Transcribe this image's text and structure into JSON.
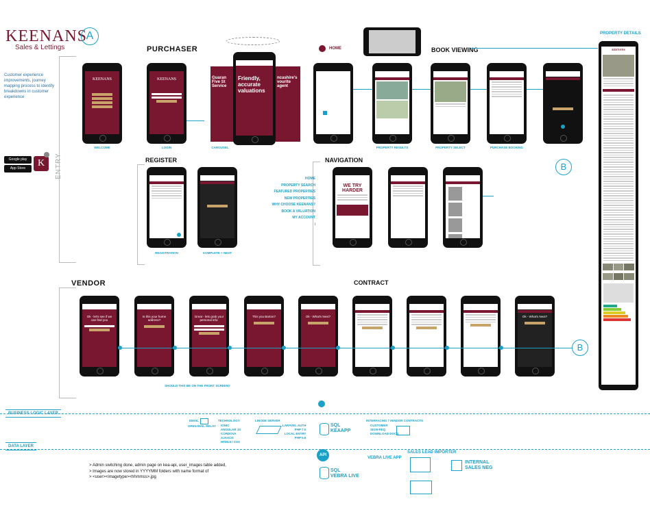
{
  "brand": {
    "name": "KEENANS",
    "sub": "Sales & Lettings",
    "badge": "A"
  },
  "intro": "Customer experience improvements, journey mapping process to identify breakdowns in customer experience",
  "stores": [
    "Google play",
    "App Store"
  ],
  "app_icon": "K",
  "entry_label": "ENTRY",
  "sections": {
    "purchaser": "PURCHASER",
    "register": "REGISTER",
    "navigation": "NAVIGATION",
    "book_viewing": "BOOK VIEWING",
    "vendor": "VENDOR",
    "contract": "CONTRACT",
    "property_details": "PROPERTY DETAILS",
    "home": "HOME"
  },
  "screens": {
    "purchaser_captions": [
      "WELCOME",
      "LOGIN",
      "CAROUSEL",
      "",
      "",
      "PROPERTY RESULTS",
      "PROPERTY SELECT",
      "PURCHASE BOOKING",
      ""
    ],
    "register_captions": [
      "REGISTRATION",
      "COMPLETE + NEXT"
    ],
    "carousel_texts": [
      "Guaran Five St Service",
      "Friendly, accurate valuations",
      "ncashire's vourite agent"
    ],
    "vendor_texts": [
      "Ok - let's see if we can find you",
      "Is this your home address?",
      "Great - lets grab your personal info:",
      "This you Barton?",
      "Ok - What's Next?",
      "",
      "",
      "",
      "Ok - What's Next?"
    ],
    "vendor_caption": "SHOULD THIS BE ON THE FRONT SCREEN?",
    "welcome_buttons": [
      "Let Your Home",
      "Jump the Queue",
      "Find a Property",
      "Sign In"
    ],
    "nav_headline": "WE TRY HARDER"
  },
  "nav_list": [
    "HOME",
    "PROPERTY SEARCH",
    "FEATURED PROPERTIES",
    "NEW PROPERTIES",
    "WHY CHOOSE KEENANS?",
    "BOOK A VALUATION",
    "MY ACCOUNT",
    "i"
  ],
  "connectors": [
    "B",
    "B"
  ],
  "layers": {
    "business": "BUSINESS LOGIC LAYER",
    "data": "DATA LAYER"
  },
  "tech": {
    "email": "EMAIL",
    "email_sub": "OPEN MAIL RELAY",
    "technology": "TECHNOLOGY",
    "technology_items": [
      "IONIC",
      "ANGULAR JS",
      "CORDOVA",
      "AJAX/JS",
      "HTML5 / CSS"
    ],
    "linode": "LINODE SERVER",
    "server_items": [
      "LARAVEL AUTH",
      "PHP 7.0",
      "LOCAL ENTRY",
      "PHP 5.6"
    ],
    "interfacing": "INTERFACING / VENDOR CONTRACTS",
    "interfacing_items": [
      "CUSTOMER",
      "SIGN-REQ",
      "DOWNLOAD DOCS"
    ],
    "sql1": "SQL\nKEAAPP",
    "api": "API",
    "sql2": "SQL\nVEBRA LIVE",
    "vebra": "VEBRA LIVE APP",
    "sales_lead": "SALES LEAD IMPORTER",
    "internal": "INTERNAL\nSALES NEG"
  },
  "notes": [
    "> Admin switching done, admin page on kea-api, user_images table added,",
    "> Images are now stored in YYYYMM folders with name format of",
    "> <user><imagetype><hhmmss>.jpg"
  ],
  "colors": {
    "brand": "#7a1730",
    "accent": "#1ba1c7",
    "gold": "#c9a46a"
  }
}
